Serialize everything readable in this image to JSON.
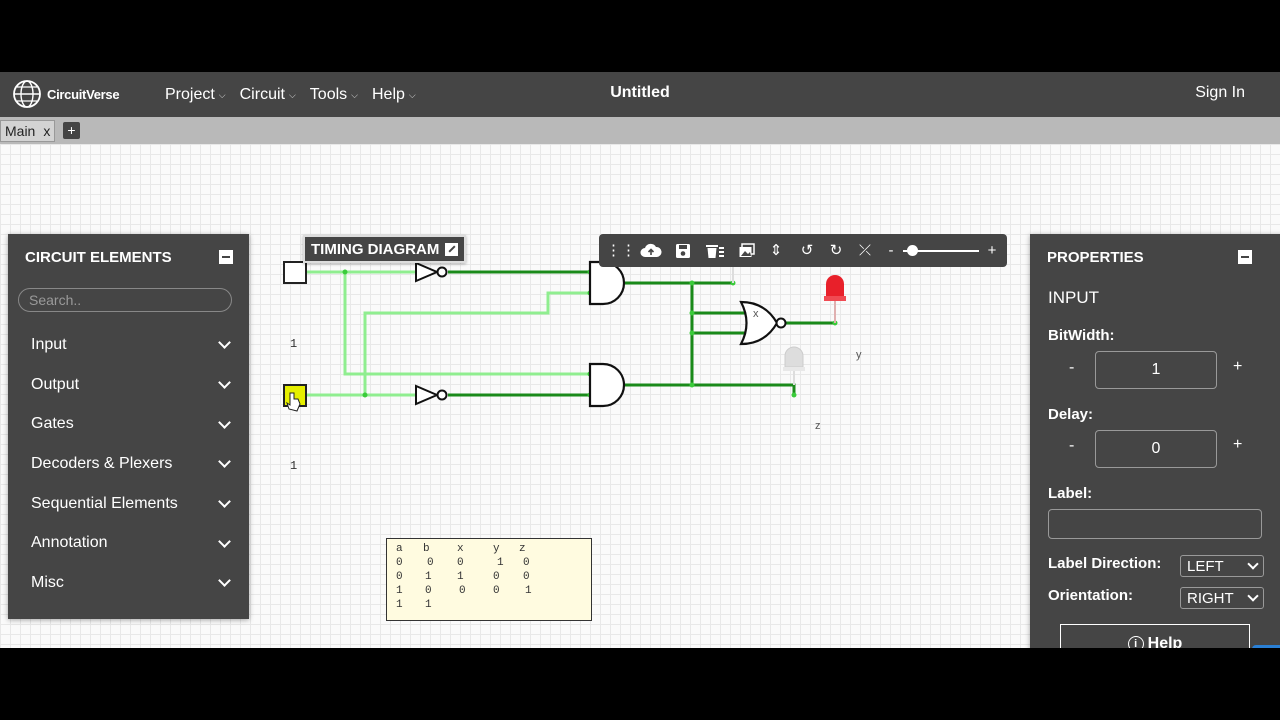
{
  "navbar": {
    "logo_text": "CircuitVerse",
    "menus": [
      {
        "label": "Project"
      },
      {
        "label": "Circuit"
      },
      {
        "label": "Tools"
      },
      {
        "label": "Help"
      }
    ],
    "project_title": "Untitled",
    "sign_in": "Sign In"
  },
  "tabs": {
    "items": [
      {
        "label": "Main",
        "close": "x"
      }
    ],
    "add_label": "+"
  },
  "elements_panel": {
    "title": "CIRCUIT ELEMENTS",
    "search_placeholder": "Search..",
    "categories": [
      {
        "label": "Input"
      },
      {
        "label": "Output"
      },
      {
        "label": "Gates"
      },
      {
        "label": "Decoders & Plexers"
      },
      {
        "label": "Sequential Elements"
      },
      {
        "label": "Annotation"
      },
      {
        "label": "Misc"
      }
    ]
  },
  "timing_button": "TIMING DIAGRAM",
  "toolbar": {
    "icons": [
      "drag-handle-icon",
      "cloud-upload-icon",
      "save-icon",
      "delete-icon",
      "image-icon",
      "fit-icon",
      "undo-icon",
      "redo-icon",
      "fullscreen-icon"
    ],
    "zoom_minus": "-",
    "zoom_plus": "+",
    "zoom_level": 0.1
  },
  "properties_panel": {
    "title": "PROPERTIES",
    "element_type": "INPUT",
    "bitwidth_label": "BitWidth:",
    "bitwidth_value": "1",
    "delay_label": "Delay:",
    "delay_value": "0",
    "minus": "-",
    "plus": "+",
    "label_label": "Label:",
    "label_value": "",
    "label_direction_label": "Label Direction:",
    "label_direction_value": "LEFT",
    "orientation_label": "Orientation:",
    "orientation_value": "RIGHT",
    "help_label": "Help",
    "help_icon": "i"
  },
  "circuit": {
    "input_a_value": "1",
    "input_b_value": "1",
    "output_labels": {
      "x": "x",
      "y": "y",
      "z": "z"
    },
    "colors": {
      "wire_high": "#90ee90",
      "wire_low": "#1a8a1a",
      "led_on": "#e8202a",
      "led_off": "#dddddd",
      "selected_input": "#e6ef00"
    }
  },
  "truth_table": {
    "headers": [
      "a",
      "b",
      "x",
      "y",
      "z"
    ],
    "rows": [
      [
        "0",
        "0",
        "0",
        "1",
        "0"
      ],
      [
        "0",
        "1",
        "1",
        "0",
        "0"
      ],
      [
        "1",
        "0",
        "0",
        "0",
        "1"
      ],
      [
        "1",
        "1",
        "",
        "",
        ""
      ]
    ]
  }
}
